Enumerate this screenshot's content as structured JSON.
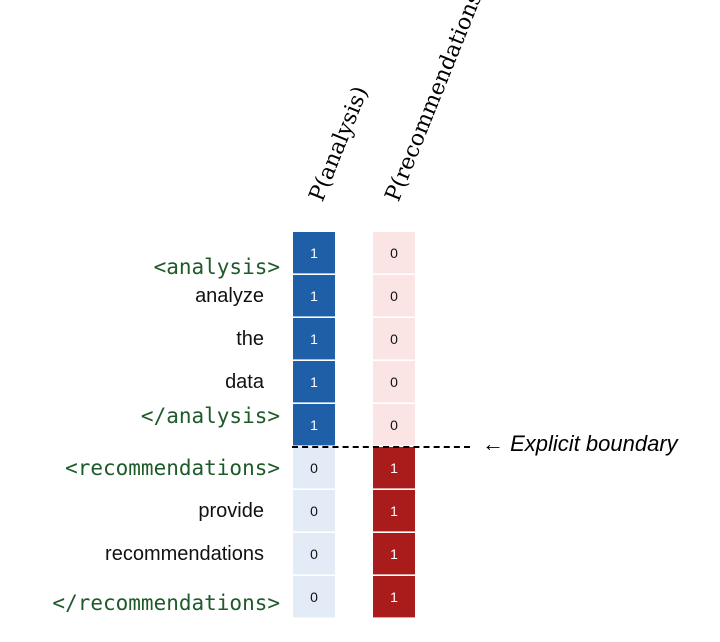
{
  "columns": {
    "analysis": {
      "header": "P(analysis)",
      "color_on": "#1f5fa8",
      "color_off": "#e3ecf6"
    },
    "recommendations": {
      "header": "P(recommendations)",
      "color_on": "#aa1c1c",
      "color_off": "#fbe4e4"
    }
  },
  "tokens": [
    {
      "text": "<analysis>",
      "kind": "tag",
      "p_analysis": "1",
      "p_recommendations": "0"
    },
    {
      "text": "analyze",
      "kind": "word",
      "p_analysis": "1",
      "p_recommendations": "0"
    },
    {
      "text": "the",
      "kind": "word",
      "p_analysis": "1",
      "p_recommendations": "0"
    },
    {
      "text": "data",
      "kind": "word",
      "p_analysis": "1",
      "p_recommendations": "0"
    },
    {
      "text": "</analysis>",
      "kind": "tag",
      "p_analysis": "1",
      "p_recommendations": "0"
    },
    {
      "text": "<recommendations>",
      "kind": "tag",
      "p_analysis": "0",
      "p_recommendations": "1"
    },
    {
      "text": "provide",
      "kind": "word",
      "p_analysis": "0",
      "p_recommendations": "1"
    },
    {
      "text": "recommendations",
      "kind": "word",
      "p_analysis": "0",
      "p_recommendations": "1"
    },
    {
      "text": "</recommendations>",
      "kind": "tag",
      "p_analysis": "0",
      "p_recommendations": "1"
    }
  ],
  "boundary": {
    "arrow": "←",
    "label": "Explicit boundary"
  },
  "tag_color": "#1e5a2a"
}
